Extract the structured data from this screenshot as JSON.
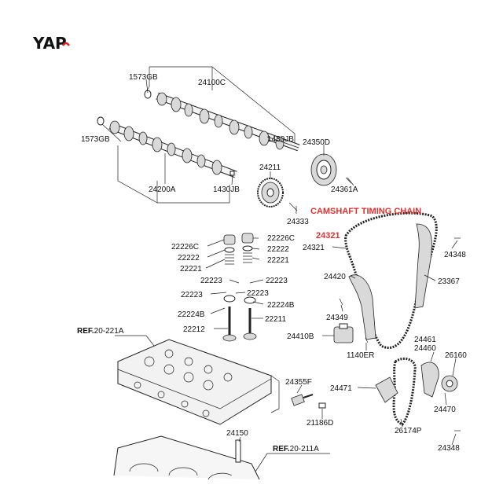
{
  "logo": {
    "text": "YAP",
    "colors": {
      "main": "#111111",
      "accent": "#e02020"
    }
  },
  "title": "CAMSHAFT TIMING CHAIN",
  "highlight_part": "24321",
  "refs": [
    {
      "bold": "REF.",
      "rest": "20-221A"
    },
    {
      "bold": "REF.",
      "rest": "20-211A"
    }
  ],
  "labels": {
    "p1573GB_top": "1573GB",
    "p24100C": "24100C",
    "p1573GB_mid": "1573GB",
    "p1430JB_top": "1430JB",
    "p24350D": "24350D",
    "p24211": "24211",
    "p24200A": "24200A",
    "p1430JB_bot": "1430JB",
    "p24361A": "24361A",
    "p24333": "24333",
    "p22226C_l": "22226C",
    "p22226C_r": "22226C",
    "p22222_l": "22222",
    "p22222_r": "22222",
    "p22221_l": "22221",
    "p22221_r": "22221",
    "p22223_a": "22223",
    "p22223_b": "22223",
    "p22223_c": "22223",
    "p22223_d": "22223",
    "p22224B_l": "22224B",
    "p22224B_r": "22224B",
    "p22212": "22212",
    "p22211": "22211",
    "p24321": "24321",
    "p24348_top": "24348",
    "p24420": "24420",
    "p23367": "23367",
    "p24349": "24349",
    "p24410B": "24410B",
    "p1140ER": "1140ER",
    "p24461": "24461",
    "p24460": "24460",
    "p26160": "26160",
    "p24355F": "24355F",
    "p24471": "24471",
    "p24470": "24470",
    "p21186D": "21186D",
    "p26174P": "26174P",
    "p24150": "24150",
    "p24348_bot": "24348"
  },
  "colors": {
    "title": "#e53030",
    "ink": "#222222",
    "fill": "#d9d9d9"
  }
}
